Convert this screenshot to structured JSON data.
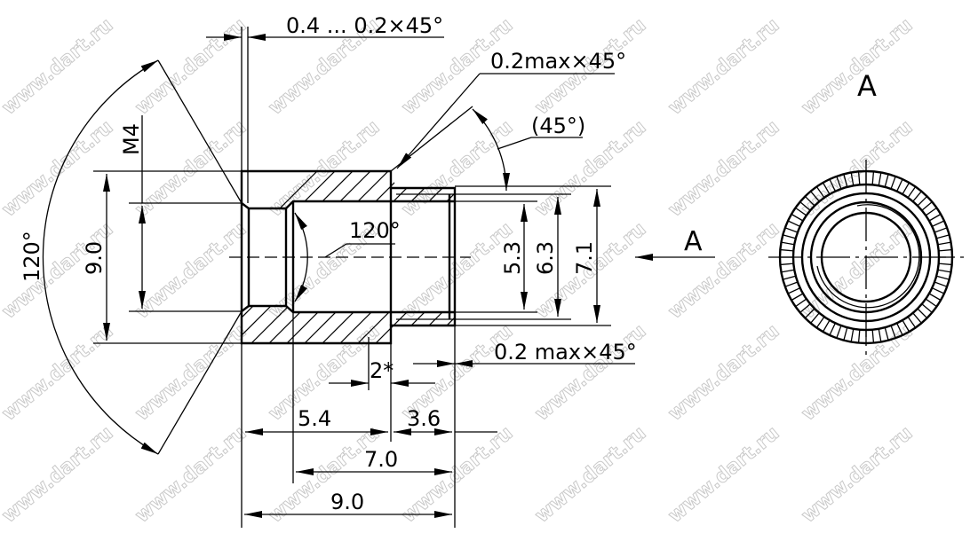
{
  "drawing": {
    "watermark": "www.dart.ru",
    "dims": {
      "chamfer_top_left": "0.4 ... 0.2×45°",
      "chamfer_top_right": "0.2max×45°",
      "angle_45": "(45°)",
      "angle_120_outer": "120°",
      "thread": "M4",
      "dia_9": "9.0",
      "angle_120_inner": "120°",
      "dia_5_3": "5.3",
      "dia_6_3": "6.3",
      "dia_7_1": "7.1",
      "view_arrow_label": "A",
      "chamfer_bottom_right": "0.2 max×45°",
      "len_2": "2*",
      "len_5_4": "5.4",
      "len_3_6": "3.6",
      "len_7_0": "7.0",
      "len_9_0": "9.0",
      "view_label": "A"
    }
  }
}
